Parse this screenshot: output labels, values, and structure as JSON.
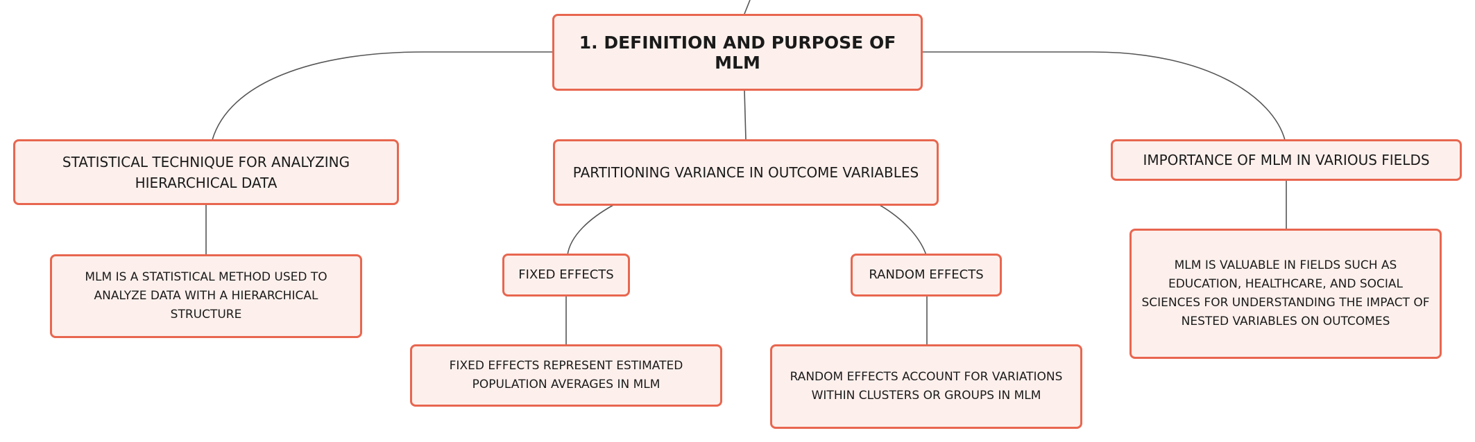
{
  "diagram": {
    "root": {
      "label": "1. DEFINITION AND PURPOSE OF MLM"
    },
    "branches": [
      {
        "label": "STATISTICAL TECHNIQUE FOR ANALYZING HIERARCHICAL DATA",
        "detail": "MLM IS A STATISTICAL METHOD USED TO ANALYZE DATA WITH A HIERARCHICAL STRUCTURE"
      },
      {
        "label": "PARTITIONING VARIANCE IN OUTCOME VARIABLES",
        "children": [
          {
            "label": "FIXED EFFECTS",
            "detail": "FIXED EFFECTS REPRESENT ESTIMATED POPULATION AVERAGES IN MLM"
          },
          {
            "label": "RANDOM EFFECTS",
            "detail": "RANDOM EFFECTS ACCOUNT FOR VARIATIONS WITHIN CLUSTERS OR GROUPS IN MLM"
          }
        ]
      },
      {
        "label": "IMPORTANCE OF MLM IN VARIOUS FIELDS",
        "detail": "MLM IS VALUABLE IN FIELDS SUCH AS EDUCATION, HEALTHCARE, AND SOCIAL SCIENCES FOR UNDERSTANDING THE IMPACT OF NESTED VARIABLES ON OUTCOMES"
      }
    ]
  },
  "colors": {
    "node_fill": "#fdf0ec",
    "node_border": "#e8664f",
    "connector": "#555555",
    "text": "#1a1a1a"
  }
}
